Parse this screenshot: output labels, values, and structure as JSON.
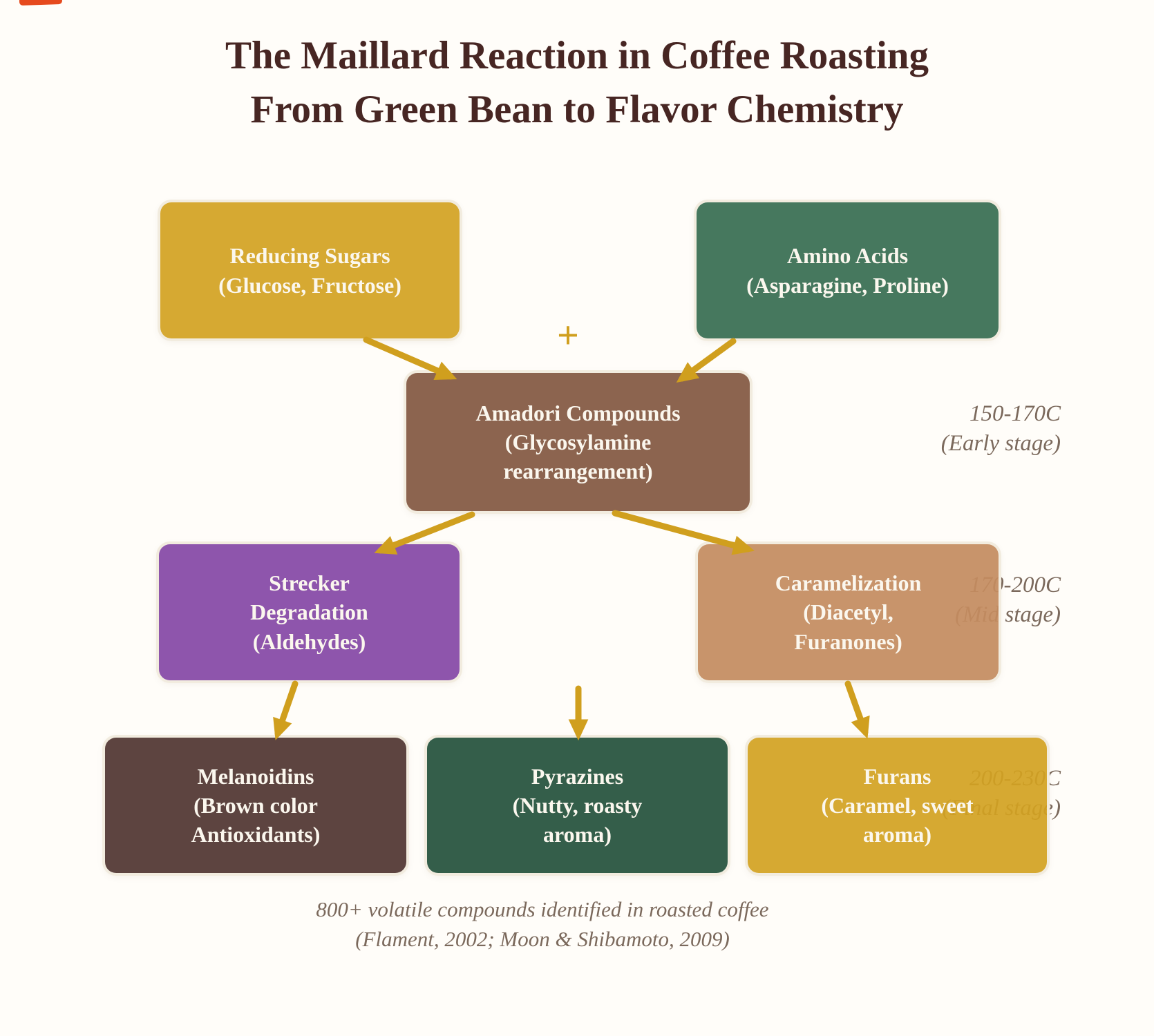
{
  "title": {
    "line1": "The Maillard Reaction in Coffee Roasting",
    "line2": "From Green Bean to Flavor Chemistry"
  },
  "plus_sign": "+",
  "nodes": [
    {
      "id": "reducing-sugars",
      "text": "Reducing Sugars\n(Glucose, Fructose)",
      "color": "rgba(211,162,33,0.92)"
    },
    {
      "id": "amino-acids",
      "text": "Amino Acids\n(Asparagine, Proline)",
      "color": "rgba(60,113,85,0.95)"
    },
    {
      "id": "amadori-compounds",
      "text": "Amadori Compounds\n(Glycosylamine\nrearrangement)",
      "color": "rgba(134,92,70,0.95)"
    },
    {
      "id": "strecker-degradation",
      "text": "Strecker\nDegradation\n(Aldehydes)",
      "color": "rgba(136,76,168,0.95)"
    },
    {
      "id": "caramelization",
      "text": "Caramelization\n(Diacetyl,\nFuranones)",
      "color": "rgba(196,140,96,0.93)"
    },
    {
      "id": "melanoidins",
      "text": "Melanoidins\n(Brown color\nAntioxidants)",
      "color": "rgba(86,60,56,0.96)"
    },
    {
      "id": "pyrazines",
      "text": "Pyrazines\n(Nutty, roasty\naroma)",
      "color": "rgba(44,87,67,0.96)"
    },
    {
      "id": "furans",
      "text": "Furans\n(Caramel, sweet\naroma)",
      "color": "rgba(211,162,33,0.92)"
    }
  ],
  "stage_labels": [
    {
      "temp": "150-170C",
      "stage": "(Early stage)"
    },
    {
      "temp": "170-200C",
      "stage": "(Mid stage)"
    },
    {
      "temp": "200-230C",
      "stage": "(Final stage)"
    }
  ],
  "footnote": {
    "line1": "800+ volatile compounds identified in roasted coffee",
    "line2": "(Flament, 2002; Moon & Shibamoto, 2009)"
  },
  "colors": {
    "background": "#fffdf9",
    "title": "#472623",
    "muted": "#7b695c",
    "arrow": "#d09f1e",
    "node_text": "#fbf7ee",
    "artifact_red": "#e64a1e"
  }
}
